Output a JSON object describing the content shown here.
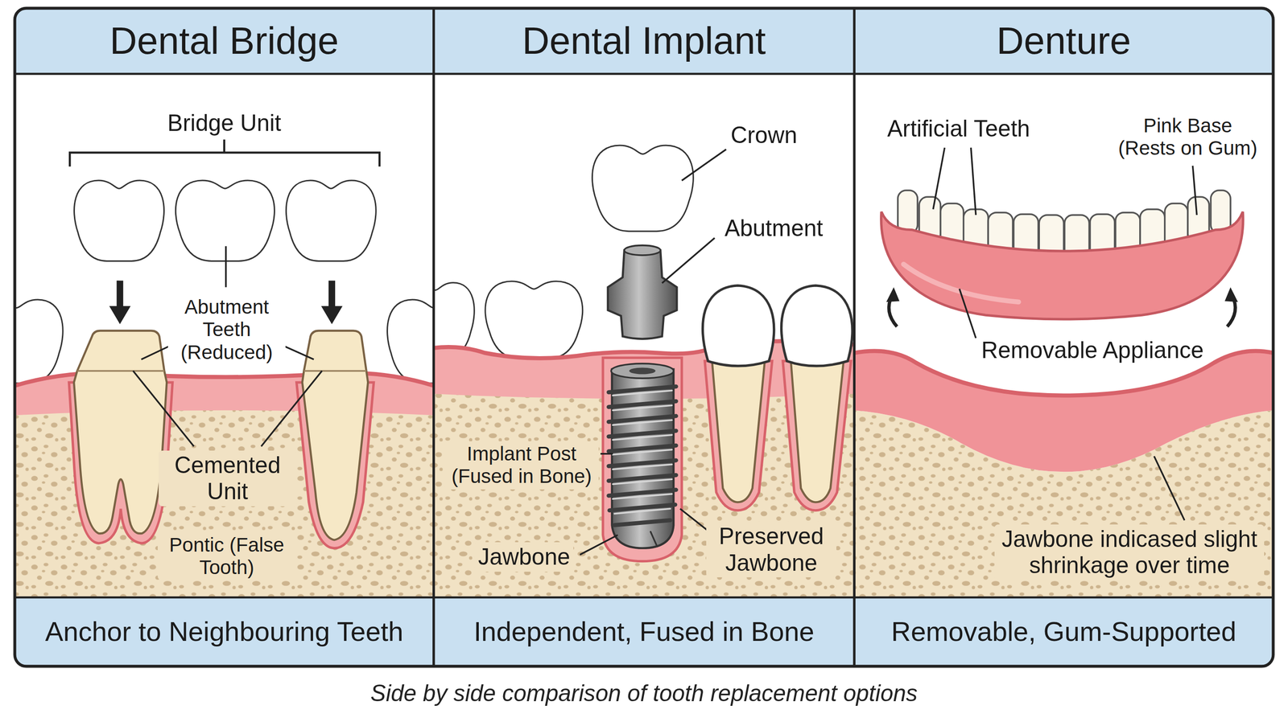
{
  "diagram": {
    "caption": "Side by side comparison of tooth replacement options",
    "nodes": [
      {
        "text": [
          "Dental Bridge"
        ]
      },
      {
        "text": [
          "Anchor to Neighbouring Teeth"
        ],
        "in": 0
      },
      {
        "text": [
          "Dental Implant"
        ]
      },
      {
        "text": [
          "Independent, Fused in Bone"
        ],
        "in": 2
      },
      {
        "text": [
          "Denture"
        ]
      },
      {
        "text": [
          "Removable, Gum-Supported"
        ],
        "in": 4
      }
    ],
    "labels": [
      "Bridge Unit",
      "Abutment Teeth (Reduced)",
      "Cemented Unit",
      "Pontic (False Tooth)",
      "Crown",
      "Abutment",
      "Implant Post (Fused in Bone)",
      "Jawbone",
      "Preserved Jawbone",
      "Artificial Teeth",
      "Pink Base (Rests on Gum)",
      "Removable Appliance",
      "Jawbone indicased slight shrinkage over time"
    ]
  }
}
